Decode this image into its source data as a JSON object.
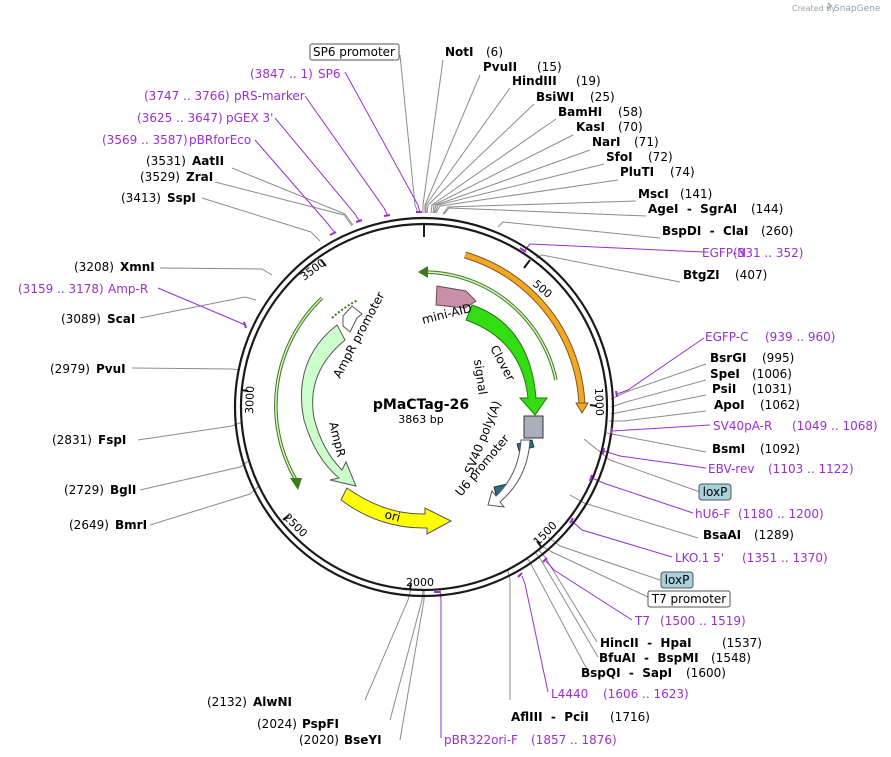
{
  "title": "pMaCTag-26",
  "length_label": "3863 bp",
  "credit": {
    "created_by": "Created by",
    "app": "SnapGene"
  },
  "ticks": [
    "500",
    "1000",
    "1500",
    "2000",
    "2500",
    "3000",
    "3500"
  ],
  "enzymes_top": [
    {
      "name": "NotI",
      "pos": "(6)"
    },
    {
      "name": "PvuII",
      "pos": "(15)"
    },
    {
      "name": "HindIII",
      "pos": "(19)"
    },
    {
      "name": "BsiWI",
      "pos": "(25)"
    },
    {
      "name": "BamHI",
      "pos": "(58)"
    },
    {
      "name": "KasI",
      "pos": "(70)"
    },
    {
      "name": "NarI",
      "pos": "(71)"
    },
    {
      "name": "SfoI",
      "pos": "(72)"
    },
    {
      "name": "PluTI",
      "pos": "(74)"
    },
    {
      "name": "MscI",
      "pos": "(141)"
    },
    {
      "name": "AgeI  -  SgrAI",
      "pos": "(144)"
    },
    {
      "name": "BspDI  -  ClaI",
      "pos": "(260)"
    },
    {
      "name": "BtgZI",
      "pos": "(407)"
    }
  ],
  "enzymes_right": [
    {
      "name": "BsrGI",
      "pos": "(995)"
    },
    {
      "name": "SpeI",
      "pos": "(1006)"
    },
    {
      "name": "PsiI",
      "pos": "(1031)"
    },
    {
      "name": "ApoI",
      "pos": "(1062)"
    },
    {
      "name": "BsmI",
      "pos": "(1092)"
    },
    {
      "name": "BsaAI",
      "pos": "(1289)"
    }
  ],
  "enzymes_bottom": [
    {
      "name": "HincII  -  HpaI",
      "pos": "(1537)"
    },
    {
      "name": "BfuAI  -  BspMI",
      "pos": "(1548)"
    },
    {
      "name": "BspQI  -  SapI",
      "pos": "(1600)"
    },
    {
      "name": "AflIII  -  PciI",
      "pos": "(1716)"
    },
    {
      "name": "BseYI",
      "pos": "(2020)"
    },
    {
      "name": "PspFI",
      "pos": "(2024)"
    },
    {
      "name": "AlwNI",
      "pos": "(2132)"
    }
  ],
  "enzymes_left": [
    {
      "name": "AatII",
      "pos": "(3531)"
    },
    {
      "name": "ZraI",
      "pos": "(3529)"
    },
    {
      "name": "SspI",
      "pos": "(3413)"
    },
    {
      "name": "XmnI",
      "pos": "(3208)"
    },
    {
      "name": "ScaI",
      "pos": "(3089)"
    },
    {
      "name": "PvuI",
      "pos": "(2979)"
    },
    {
      "name": "FspI",
      "pos": "(2831)"
    },
    {
      "name": "BglI",
      "pos": "(2729)"
    },
    {
      "name": "BmrI",
      "pos": "(2649)"
    }
  ],
  "primers": [
    {
      "name": "SP6",
      "range": "(3847 .. 1)"
    },
    {
      "name": "pRS-marker",
      "range": "(3747 .. 3766)"
    },
    {
      "name": "pGEX 3'",
      "range": "(3625 .. 3647)"
    },
    {
      "name": "pBRforEco",
      "range": "(3569 .. 3587)"
    },
    {
      "name": "Amp-R",
      "range": "(3159 .. 3178)"
    },
    {
      "name": "EGFP-N",
      "range": "(331 .. 352)"
    },
    {
      "name": "EGFP-C",
      "range": "(939 .. 960)"
    },
    {
      "name": "SV40pA-R",
      "range": "(1049 .. 1068)"
    },
    {
      "name": "EBV-rev",
      "range": "(1103 .. 1122)"
    },
    {
      "name": "hU6-F",
      "range": "(1180 .. 1200)"
    },
    {
      "name": "LKO.1 5'",
      "range": "(1351 .. 1370)"
    },
    {
      "name": "T7",
      "range": "(1500 .. 1519)"
    },
    {
      "name": "L4440",
      "range": "(1606 .. 1623)"
    },
    {
      "name": "pBR322ori-F",
      "range": "(1857 .. 1876)"
    }
  ],
  "boxes": {
    "sp6_promoter": "SP6 promoter",
    "loxp_1": "loxP",
    "loxp_2": "loxP",
    "t7_promoter": "T7 promoter"
  },
  "features": {
    "mini_aid": "mini-AID",
    "clover": "Clover",
    "signal": "signal",
    "sv40_polya": "SV40 poly(A)",
    "u6_promoter": "U6 promoter",
    "ampr_promoter": "AmpR promoter",
    "ampr": "AmpR",
    "ori": "ori"
  },
  "colors": {
    "backbone": "#1a1a1a",
    "primer": "#9a2fd0",
    "clover": "#33dd11",
    "orange_feature": "#f5a623",
    "ori": "#ffff00",
    "ampr": "#ccffcc",
    "mini_aid": "#c98fa8",
    "sv40": "#a9b0bb",
    "loxp_box": "#a8d1dd"
  }
}
